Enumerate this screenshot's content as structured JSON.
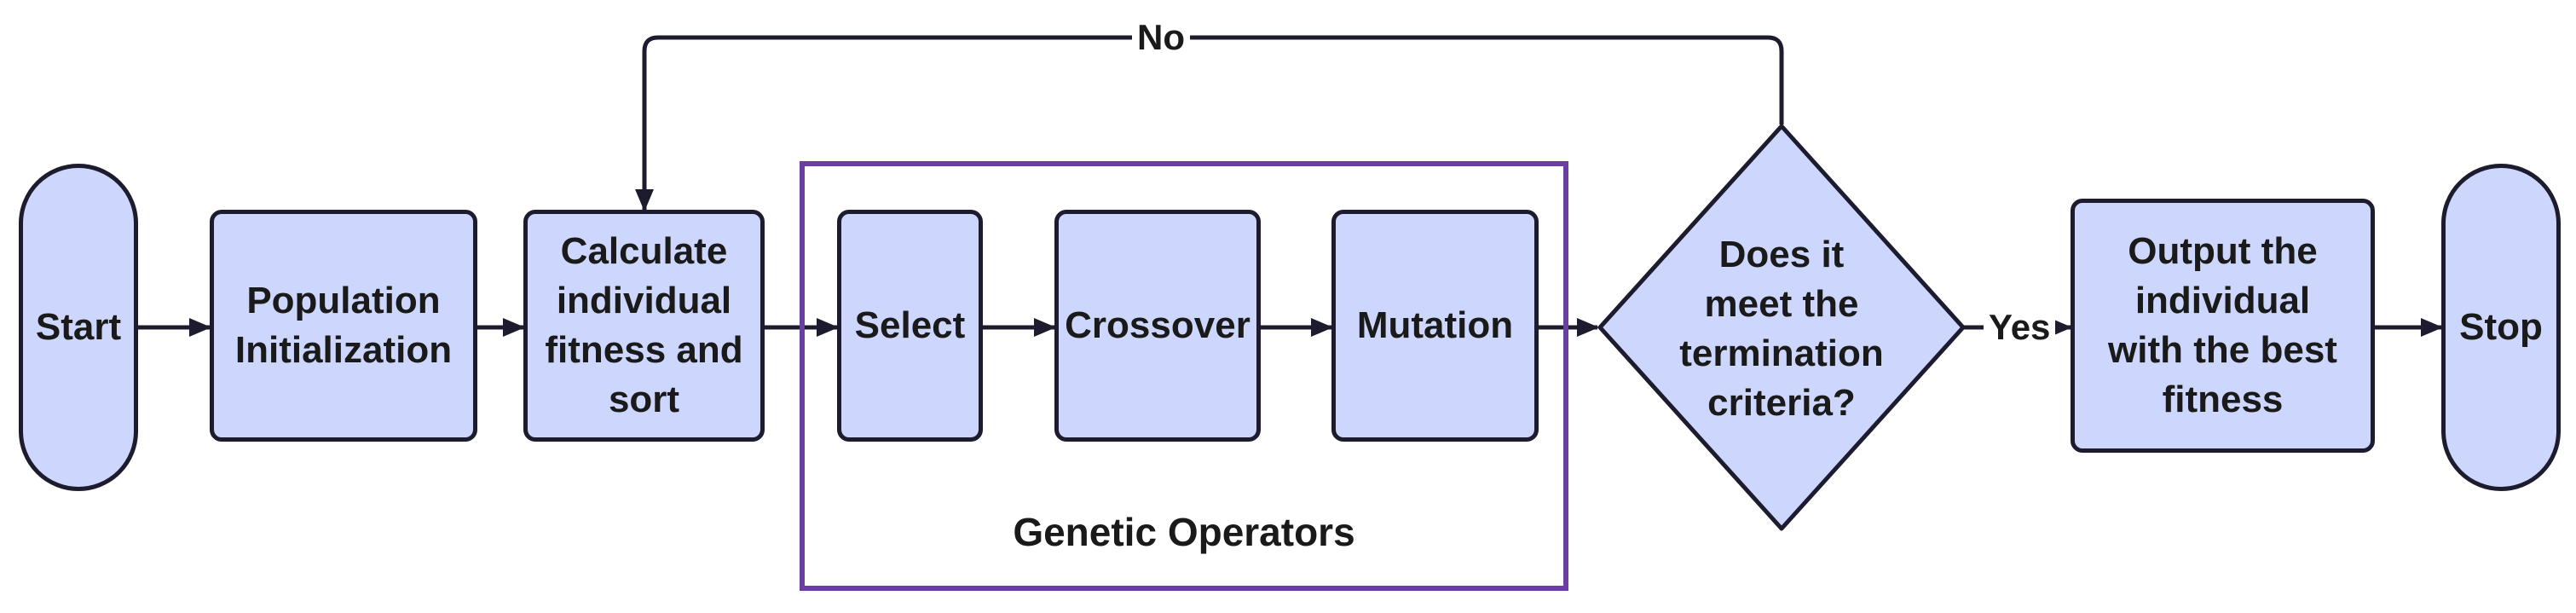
{
  "colors": {
    "node_fill": "#cdd6fc",
    "node_border": "#1c1c2e",
    "group_border": "#6b3fa0",
    "arrow": "#1c1c2e"
  },
  "nodes": {
    "start": "Start",
    "population": "Population\nInitialization",
    "calculate": "Calculate\nindividual\nfitness and\nsort",
    "select": "Select",
    "crossover": "Crossover",
    "mutation": "Mutation",
    "decision": "Does it\nmeet the\ntermination\ncriteria?",
    "output": "Output the\nindividual\nwith the best\nfitness",
    "stop": "Stop"
  },
  "group": {
    "label": "Genetic Operators"
  },
  "edges": {
    "no_label": "No",
    "yes_label": "Yes"
  }
}
